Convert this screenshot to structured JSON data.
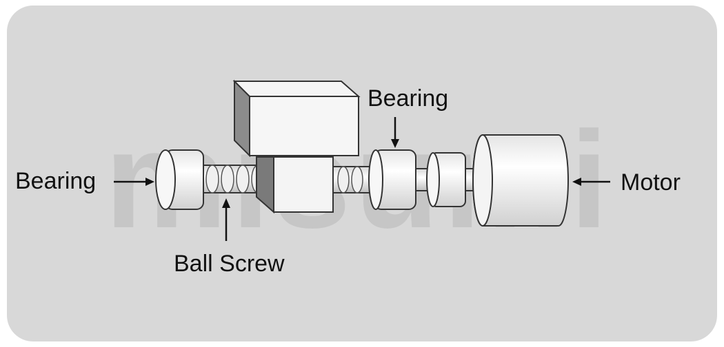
{
  "labels": {
    "bearing_left": "Bearing",
    "bearing_top": "Bearing",
    "ball_screw": "Ball Screw",
    "motor": "Motor"
  },
  "watermark": "misumi",
  "colors": {
    "panel": "#d8d8d8",
    "part_fill": "#f2f2f2",
    "part_shade": "#c9c9c9",
    "outline": "#333333",
    "watermark": "#c4c4c4",
    "text": "#111111"
  }
}
